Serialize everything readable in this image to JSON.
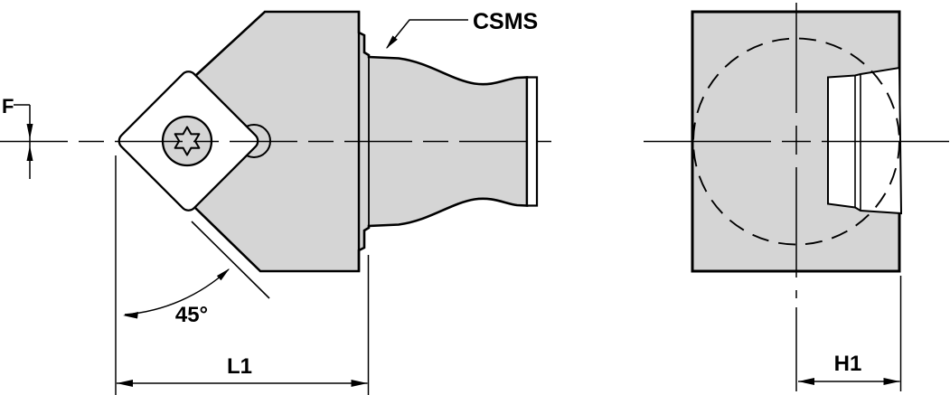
{
  "drawing": {
    "type": "technical-drawing",
    "subject": "45-degree insert cartridge tool holder, side and end views",
    "colors": {
      "body_fill": "#d5d5d5",
      "insert_fill": "#ffffff",
      "line": "#000000",
      "background": "#ffffff"
    },
    "side_view": {
      "labels": {
        "tip_offset_dim": "F",
        "coupling_label": "CSMS",
        "lead_angle_dim": "45°",
        "length_dim": "L1"
      }
    },
    "end_view": {
      "labels": {
        "height_dim": "H1"
      }
    }
  }
}
